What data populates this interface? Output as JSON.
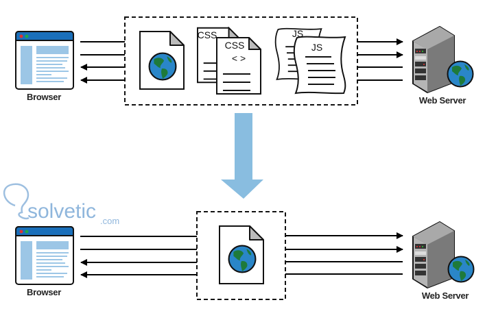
{
  "watermark": {
    "text": "solvetic",
    "suffix": ".com"
  },
  "top": {
    "browser_label": "Browser",
    "server_label": "Web Server",
    "css_label_back": "CSS",
    "css_label_front": "CSS",
    "css_brackets": "< >",
    "js_label_back": "JS",
    "js_label_front": "JS"
  },
  "bottom": {
    "browser_label": "Browser",
    "server_label": "Web Server"
  },
  "colors": {
    "transition_arrow": "#89bde0",
    "browser_bar": "#1a6fba",
    "globe_ocean": "#2a86c8",
    "globe_land": "#1e7a3a"
  }
}
